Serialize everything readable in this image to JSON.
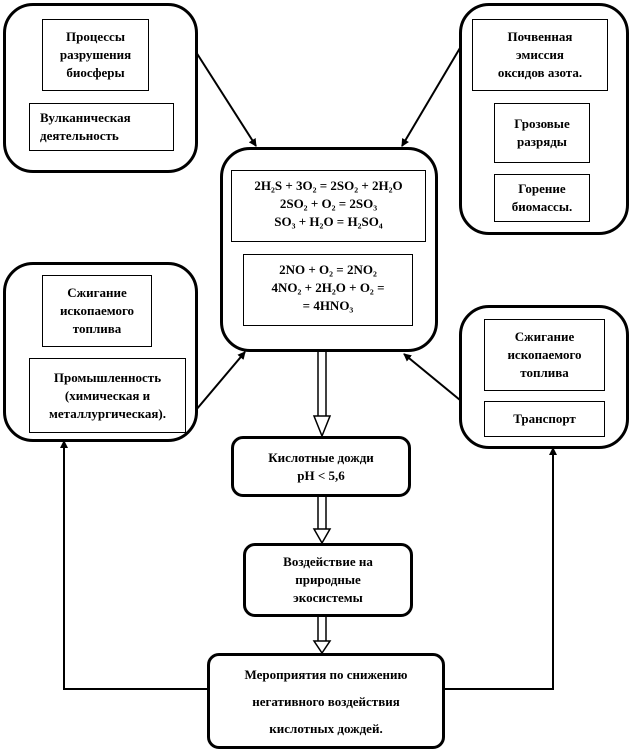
{
  "diagram": {
    "top_left_group": {
      "boxes": [
        {
          "lines": [
            "Процессы",
            "разрушения",
            "биосферы"
          ]
        },
        {
          "lines": [
            "Вулканическая",
            "деятельность"
          ]
        }
      ]
    },
    "top_right_group": {
      "boxes": [
        {
          "lines": [
            "Почвенная",
            "эмиссия",
            "оксидов азота."
          ]
        },
        {
          "lines": [
            "Грозовые",
            "разряды"
          ]
        },
        {
          "lines": [
            "Горение",
            "биомассы."
          ]
        }
      ]
    },
    "center_group": {
      "sulfur_reactions": [
        "2H₂S + 3O₂ = 2SO₂ + 2H₂O",
        "2SO₂ + O₂ = 2SO₃",
        "SO₃ + H₂O = H₂SO₄"
      ],
      "nitrogen_reactions": [
        "2NO + O₂ = 2NO₂",
        "4NO₂ + 2H₂O + O₂ =",
        "= 4HNO₃"
      ]
    },
    "mid_left_group": {
      "boxes": [
        {
          "lines": [
            "Сжигание",
            "ископаемого",
            "топлива"
          ]
        },
        {
          "lines": [
            "Промышленность",
            "(химическая и",
            "металлургическая)."
          ]
        }
      ]
    },
    "mid_right_group": {
      "boxes": [
        {
          "lines": [
            "Сжигание",
            "ископаемого",
            "топлива"
          ]
        },
        {
          "lines": [
            "Транспорт"
          ]
        }
      ]
    },
    "acid_rain": {
      "lines": [
        "Кислотные дожди",
        "pH < 5,6"
      ]
    },
    "impact": {
      "lines": [
        "Воздействие на",
        "природные",
        "экосистемы"
      ]
    },
    "measures": {
      "lines": [
        "Мероприятия по снижению",
        "негативного воздействия",
        "кислотных дождей."
      ]
    }
  }
}
